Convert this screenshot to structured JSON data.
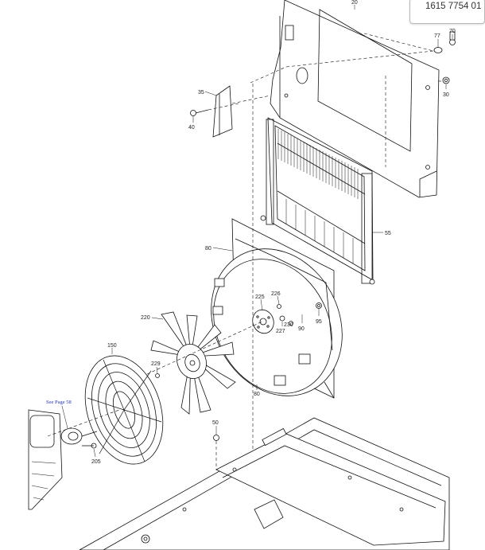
{
  "document_tag": "1615 7754 01",
  "see_page_link": "See Page 58",
  "parts": [
    {
      "id": "p20",
      "label": "20"
    },
    {
      "id": "p77",
      "label": "77"
    },
    {
      "id": "p70",
      "label": "70"
    },
    {
      "id": "p30",
      "label": "30"
    },
    {
      "id": "p35",
      "label": "35"
    },
    {
      "id": "p40",
      "label": "40"
    },
    {
      "id": "p55",
      "label": "55"
    },
    {
      "id": "p80a",
      "label": "80"
    },
    {
      "id": "p225",
      "label": "225"
    },
    {
      "id": "p226",
      "label": "226"
    },
    {
      "id": "p227",
      "label": "227"
    },
    {
      "id": "p230",
      "label": "230"
    },
    {
      "id": "p90",
      "label": "90"
    },
    {
      "id": "p95",
      "label": "95"
    },
    {
      "id": "p220",
      "label": "220"
    },
    {
      "id": "p150",
      "label": "150"
    },
    {
      "id": "p229",
      "label": "229"
    },
    {
      "id": "p80b",
      "label": "80"
    },
    {
      "id": "p50",
      "label": "50"
    },
    {
      "id": "p205",
      "label": "205"
    }
  ]
}
